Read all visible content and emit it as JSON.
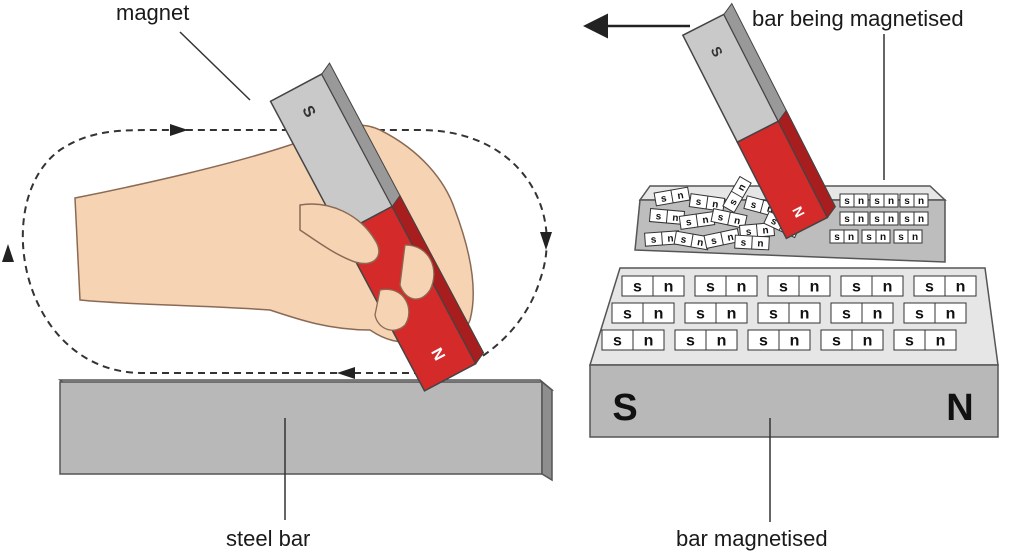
{
  "labels": {
    "magnet": "magnet",
    "bar_being_magnetised": "bar being magnetised",
    "steel_bar": "steel bar",
    "bar_magnetised": "bar magnetised"
  },
  "poles": {
    "south": "S",
    "north": "N",
    "domain_south": "s",
    "domain_north": "n"
  },
  "colors": {
    "magnet_red": "#d42a2a",
    "magnet_grey": "#c9c9c9",
    "bar_grey": "#b8b8b8",
    "skin": "#f6d3b3"
  }
}
